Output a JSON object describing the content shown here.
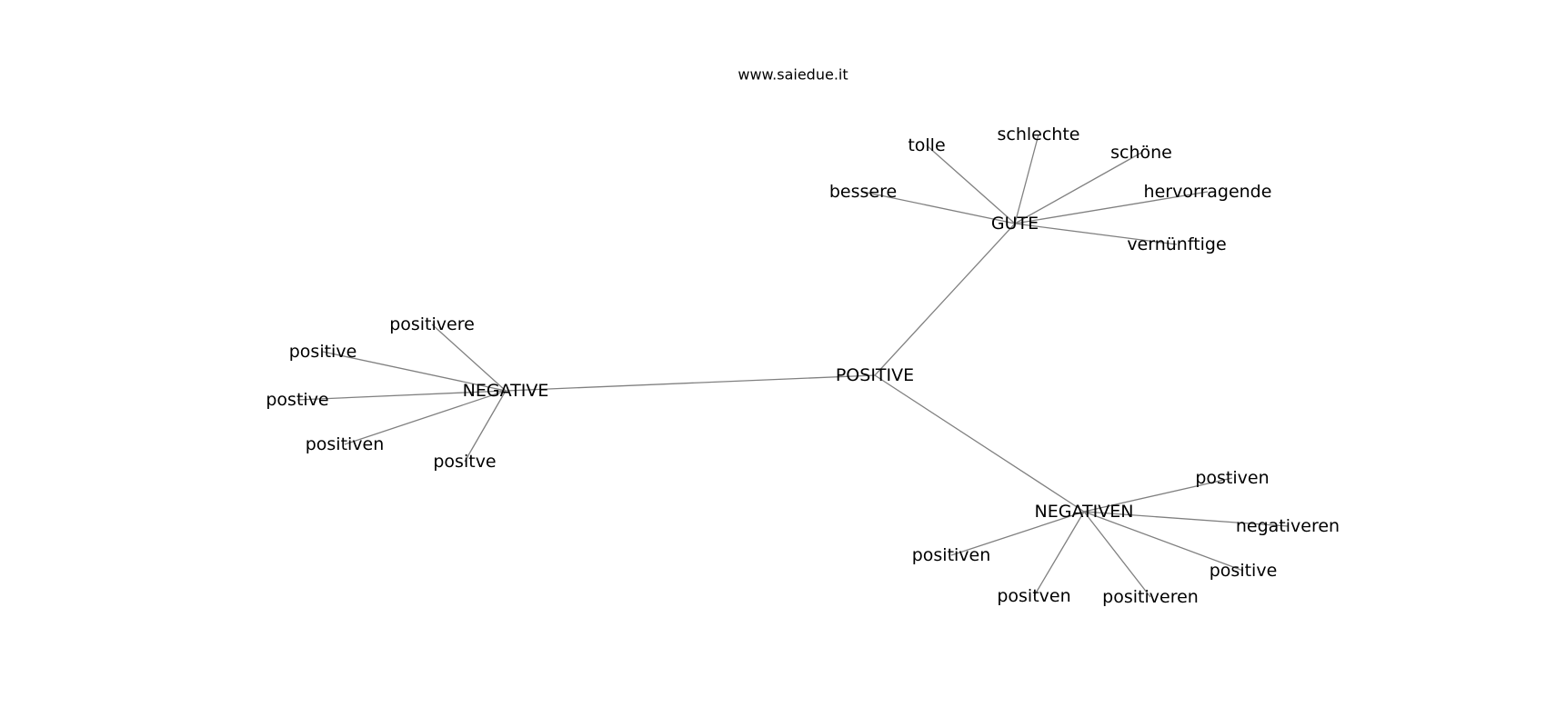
{
  "website": "www.saiedue.it",
  "graph": {
    "nodes": [
      {
        "id": "positive_root",
        "label": "POSITIVE"
      },
      {
        "id": "gute",
        "label": "GUTE"
      },
      {
        "id": "negative",
        "label": "NEGATIVE"
      },
      {
        "id": "negativen",
        "label": "NEGATIVEN"
      },
      {
        "id": "tolle",
        "label": "tolle"
      },
      {
        "id": "schlechte",
        "label": "schlechte"
      },
      {
        "id": "schoene",
        "label": "schöne"
      },
      {
        "id": "bessere",
        "label": "bessere"
      },
      {
        "id": "hervorragende",
        "label": "hervorragende"
      },
      {
        "id": "vernuenftige",
        "label": "vernünftige"
      },
      {
        "id": "positivere",
        "label": "positivere"
      },
      {
        "id": "positive_a",
        "label": "positive"
      },
      {
        "id": "postive",
        "label": "postive"
      },
      {
        "id": "positiven_a",
        "label": "positiven"
      },
      {
        "id": "positve",
        "label": "positve"
      },
      {
        "id": "postiven",
        "label": "postiven"
      },
      {
        "id": "negativeren",
        "label": "negativeren"
      },
      {
        "id": "positiven_b",
        "label": "positiven"
      },
      {
        "id": "positive_b",
        "label": "positive"
      },
      {
        "id": "positven",
        "label": "positven"
      },
      {
        "id": "positiveren",
        "label": "positiveren"
      }
    ],
    "edges": [
      [
        "positive_root",
        "gute"
      ],
      [
        "positive_root",
        "negative"
      ],
      [
        "positive_root",
        "negativen"
      ],
      [
        "gute",
        "tolle"
      ],
      [
        "gute",
        "schlechte"
      ],
      [
        "gute",
        "schoene"
      ],
      [
        "gute",
        "bessere"
      ],
      [
        "gute",
        "hervorragende"
      ],
      [
        "gute",
        "vernuenftige"
      ],
      [
        "negative",
        "positivere"
      ],
      [
        "negative",
        "positive_a"
      ],
      [
        "negative",
        "postive"
      ],
      [
        "negative",
        "positiven_a"
      ],
      [
        "negative",
        "positve"
      ],
      [
        "negativen",
        "postiven"
      ],
      [
        "negativen",
        "negativeren"
      ],
      [
        "negativen",
        "positiven_b"
      ],
      [
        "negativen",
        "positive_b"
      ],
      [
        "negativen",
        "positven"
      ],
      [
        "negativen",
        "positiveren"
      ]
    ]
  }
}
